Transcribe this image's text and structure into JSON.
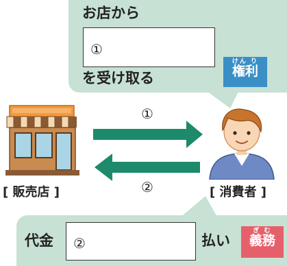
{
  "top_bubble": {
    "line1": "お店から",
    "box_value": "①",
    "line2": "を受け取る",
    "tag_ruby": "けん り",
    "tag_word": "権利"
  },
  "arrows": {
    "right_label": "①",
    "left_label": "②"
  },
  "labels": {
    "store": "[ 販売店 ]",
    "consumer": "[ 消費者 ]"
  },
  "bottom_bubble": {
    "lead": "代金",
    "box_value": "②",
    "trail": "払い",
    "tag_ruby": "ぎ む",
    "tag_word": "義務"
  },
  "colors": {
    "bubble": "#c7e1d4",
    "arrow": "#1c8a6b",
    "right_tag": "#3a8fc6",
    "obligation_tag": "#e5606b"
  }
}
